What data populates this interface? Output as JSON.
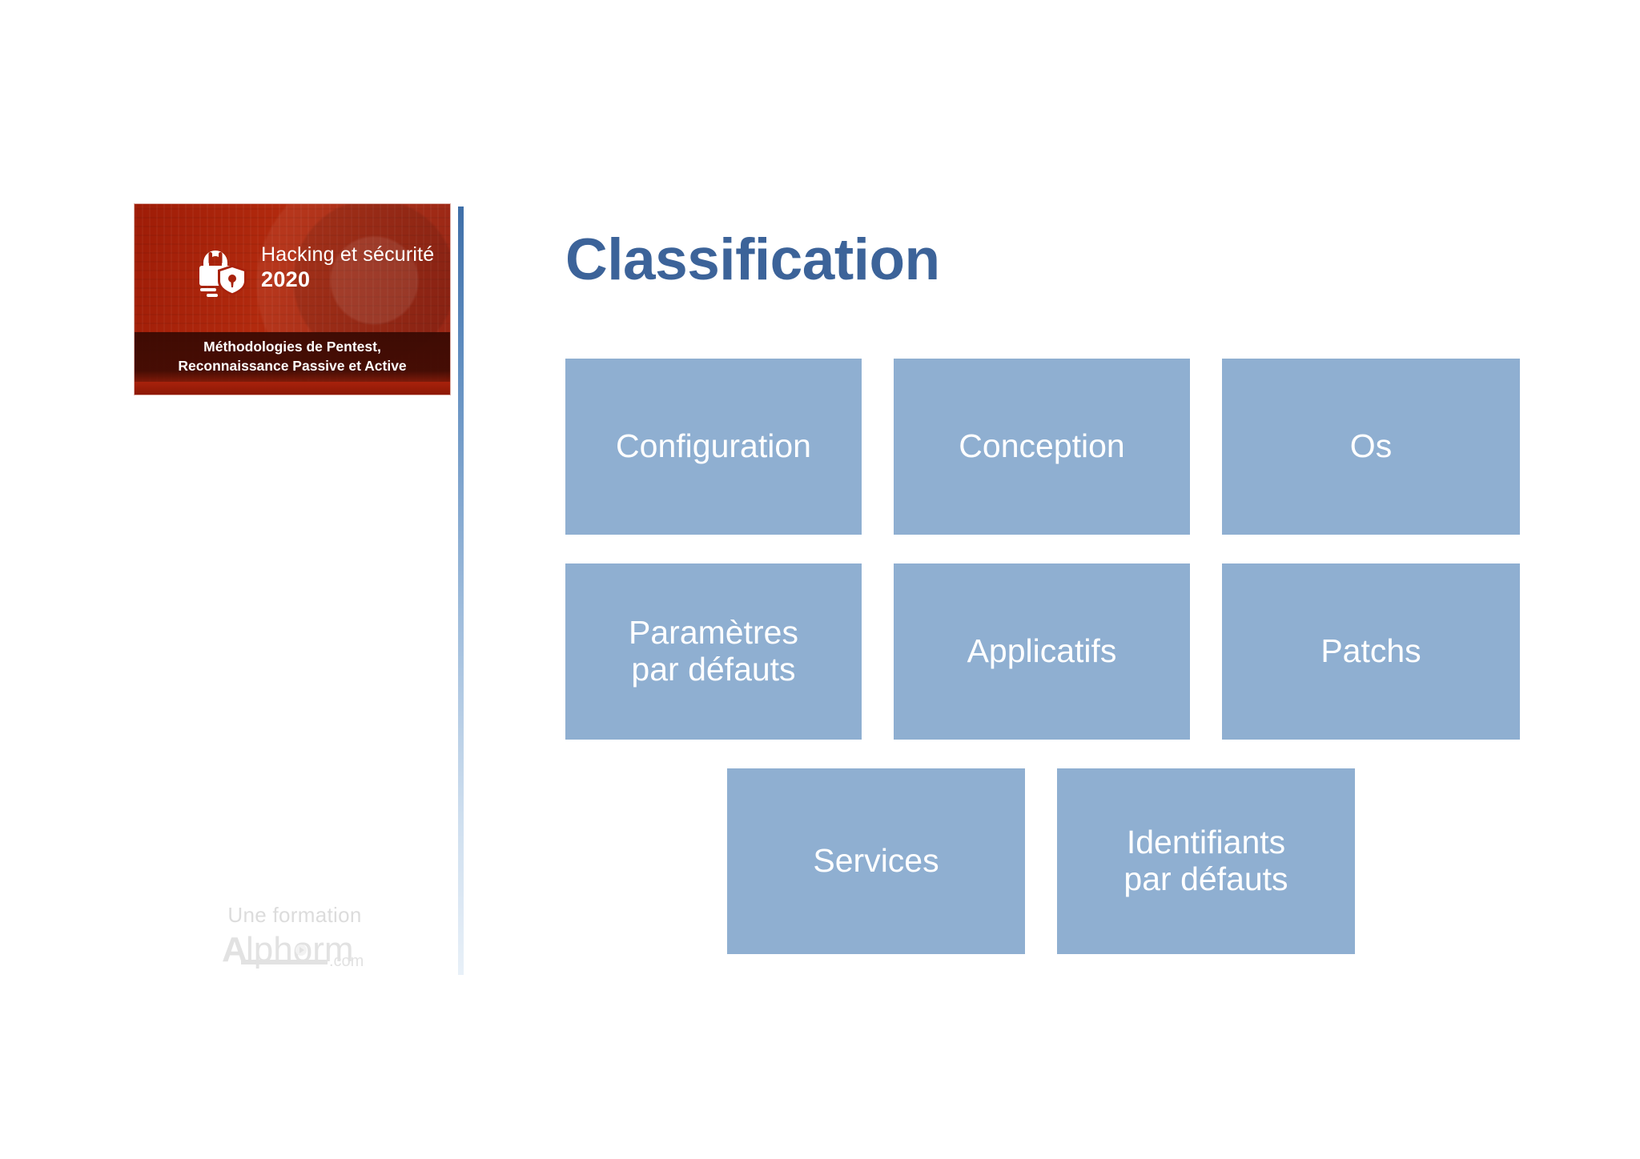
{
  "slide": {
    "background_color": "#FFFFFF",
    "title": "Classification",
    "title_color": "#3C6399"
  },
  "course_badge": {
    "background_color": "#A8220C",
    "band_color": "#3F0B03",
    "lock_icon": "padlock-shield-icon",
    "course_name": "Hacking et sécurité",
    "year": "2020",
    "band_line_1": "Méthodologies de Pentest,",
    "band_line_2": "Reconnaissance Passive  et Active"
  },
  "divider": {
    "name": "vertical-gradient-divider",
    "top_color": "#3F6FA8",
    "bottom_color": "#E8F0F8"
  },
  "footer": {
    "tagline": "Une formation",
    "logo_text": "Alphorm",
    "logo_suffix": ".com",
    "color": "#DCDCDC"
  },
  "classification": {
    "box_color": "#8FAFD1",
    "text_color": "#FFFFFF",
    "rows": [
      {
        "name": "row-1",
        "boxes": [
          {
            "name": "configuration",
            "lines": [
              "Configuration"
            ]
          },
          {
            "name": "conception",
            "lines": [
              "Conception"
            ]
          },
          {
            "name": "os",
            "lines": [
              "Os"
            ]
          }
        ]
      },
      {
        "name": "row-2",
        "boxes": [
          {
            "name": "parametres-par-defauts",
            "lines": [
              "Paramètres",
              "par défauts"
            ]
          },
          {
            "name": "applicatifs",
            "lines": [
              "Applicatifs"
            ]
          },
          {
            "name": "patchs",
            "lines": [
              "Patchs"
            ]
          }
        ]
      },
      {
        "name": "row-3",
        "boxes": [
          {
            "name": "services",
            "lines": [
              "Services"
            ]
          },
          {
            "name": "identifiants-par-defauts",
            "lines": [
              "Identifiants",
              "par défauts"
            ]
          }
        ]
      }
    ]
  }
}
